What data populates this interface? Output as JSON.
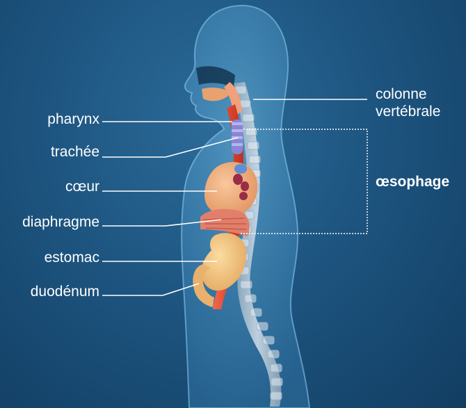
{
  "labels": {
    "pharynx": "pharynx",
    "trachee": "trachée",
    "coeur": "cœur",
    "diaphragme": "diaphragme",
    "estomac": "estomac",
    "duodenum": "duodénum",
    "colonne_line1": "colonne",
    "colonne_line2": "vertébrale",
    "oesophage": "œsophage"
  },
  "colors": {
    "background": "#1d5580",
    "body_silhouette": "#5aa9d6",
    "esophagus": "#e24a33",
    "stomach": "#f2c27a",
    "heart": "#f1b07a",
    "spine": "#c9d3dc",
    "trachea": "#8a86d6",
    "label_text": "#ffffff"
  }
}
